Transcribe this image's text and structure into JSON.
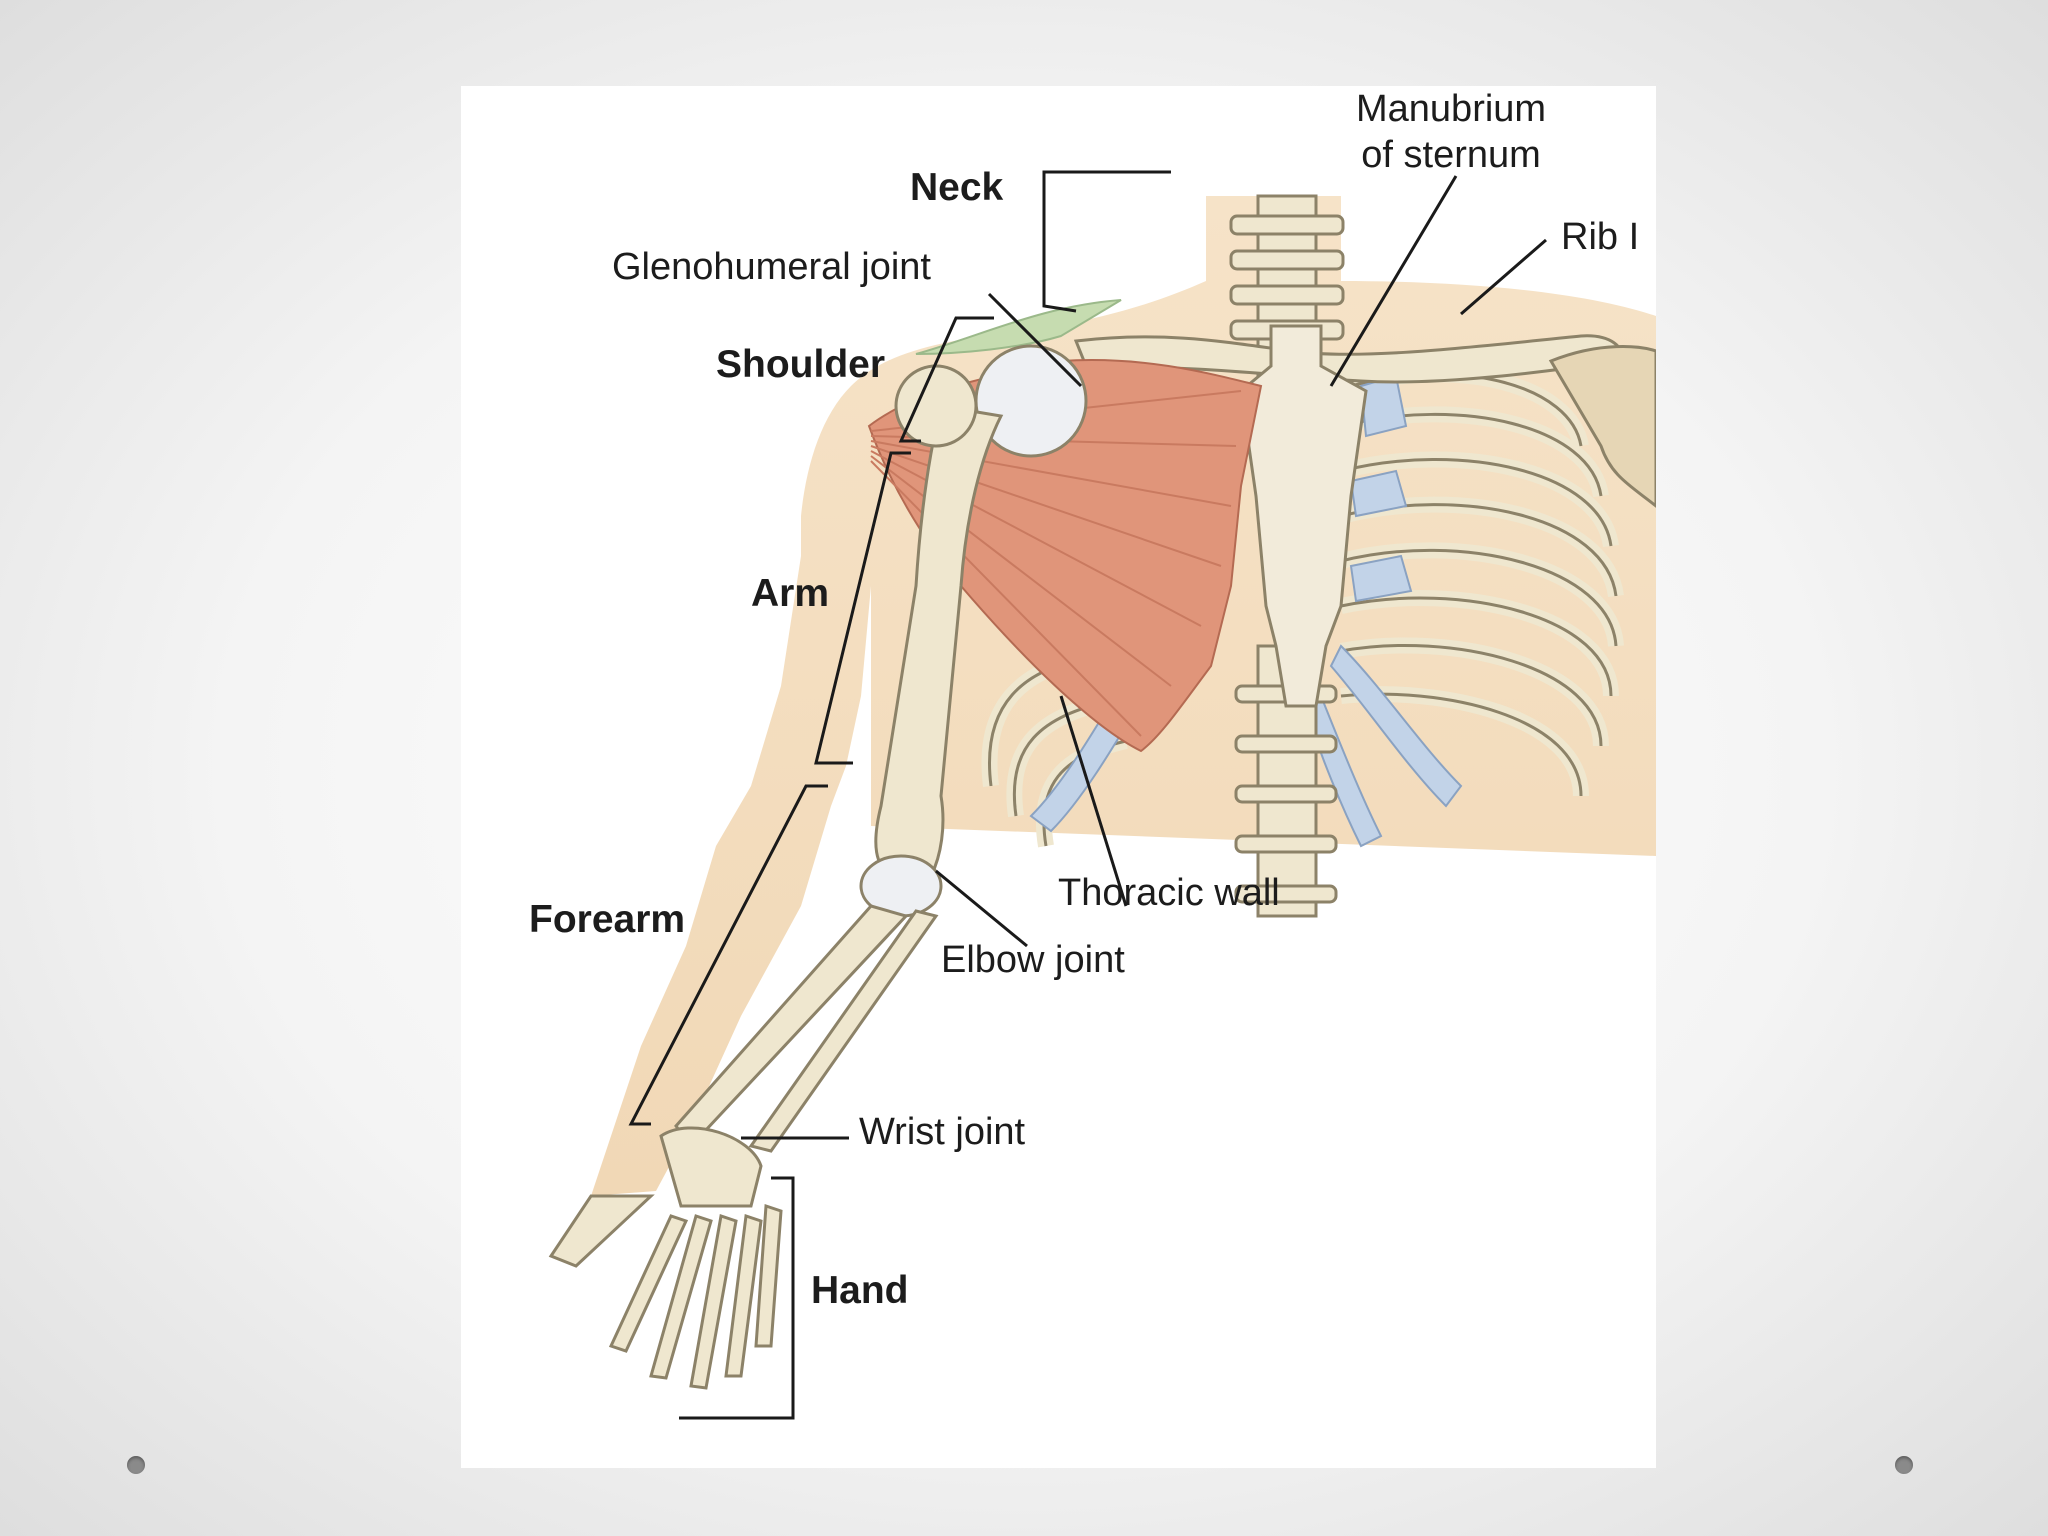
{
  "diagram": {
    "labels": {
      "manubrium": [
        "Manubrium",
        "of sternum"
      ],
      "rib": "Rib I",
      "neck": "Neck",
      "glenohumeral": "Glenohumeral joint",
      "shoulder": "Shoulder",
      "arm": "Arm",
      "thoracic_wall": "Thoracic wall",
      "forearm": "Forearm",
      "elbow": "Elbow joint",
      "wrist": "Wrist joint",
      "hand": "Hand"
    }
  },
  "colors": {
    "skin": "#f3dcbc",
    "bone": "#efe7cf",
    "bone_outline": "#8c8268",
    "muscle": "#e0957a",
    "cartilage": "#c2d3e8",
    "clavicle_gap": "#c6dcb0",
    "leader_line": "#1a1a1a"
  }
}
